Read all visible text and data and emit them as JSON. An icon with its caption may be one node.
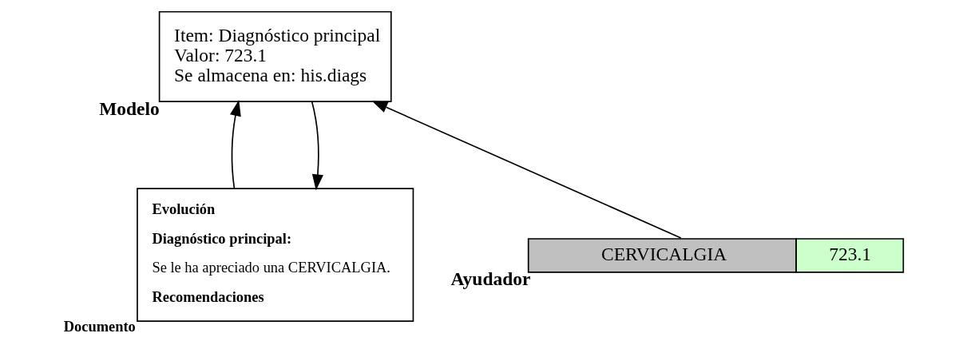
{
  "diagram": {
    "nodes": [
      {
        "text": [
          "Evolución",
          "Diagnóstico principal:",
          "Se le ha apreciado una CERVICALGIA.",
          "Recomendaciones"
        ],
        "beside": [
          "Documento"
        ]
      },
      {
        "text": [
          "Item: Diagnóstico principal",
          "Valor: 723.1",
          "Se almacena en: his.diags"
        ],
        "beside": [
          "Modelo"
        ]
      },
      {
        "text": [
          "CERVICALGIA",
          "723.1"
        ],
        "beside": [
          "Ayudador"
        ]
      }
    ],
    "edges": [
      {
        "from": 1,
        "to": 0,
        "arrow": "to"
      },
      {
        "from": 0,
        "to": 1,
        "arrow": "to"
      },
      {
        "from": 2,
        "to": 1,
        "arrow": "to"
      }
    ]
  }
}
